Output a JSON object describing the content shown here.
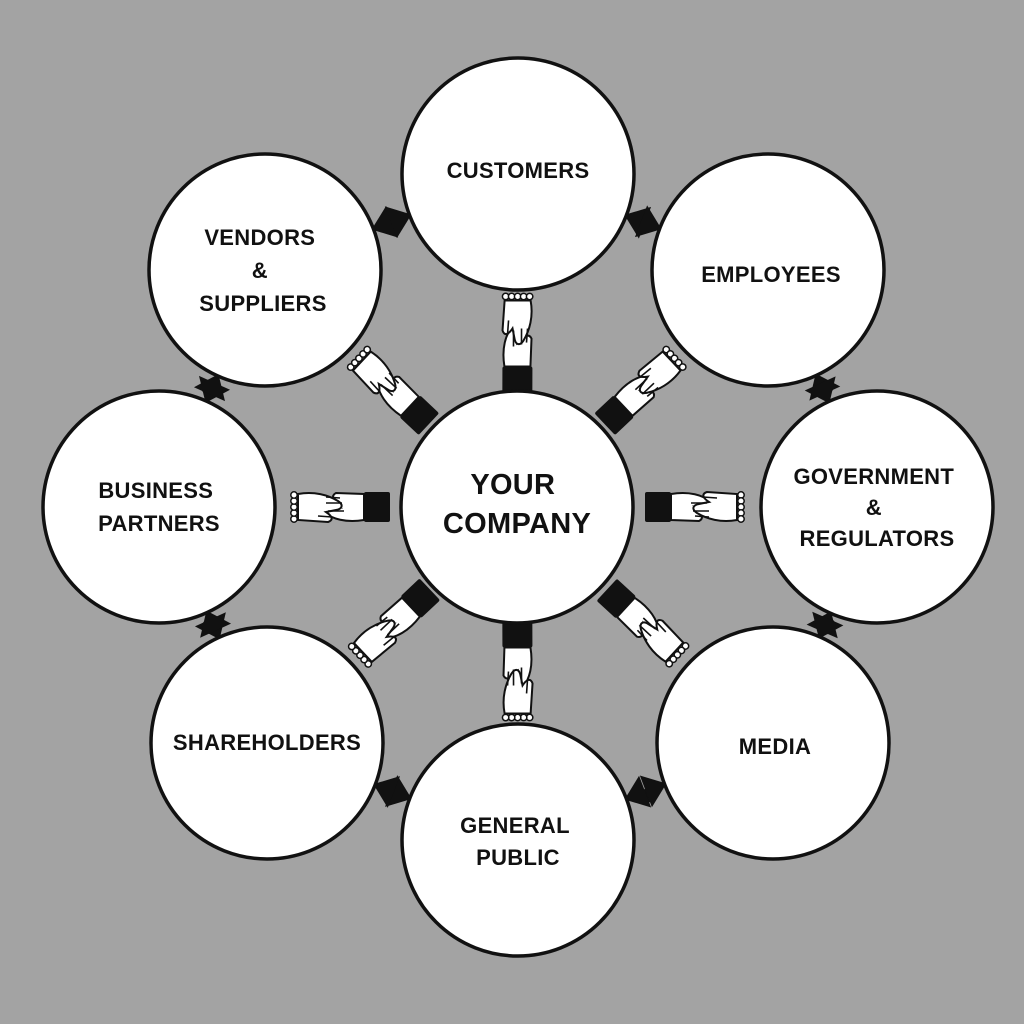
{
  "center": {
    "lines": [
      "YOUR",
      "COMPANY"
    ]
  },
  "stakeholders": [
    {
      "key": "customers",
      "lines": [
        "CUSTOMERS"
      ]
    },
    {
      "key": "employees",
      "lines": [
        "EMPLOYEES"
      ]
    },
    {
      "key": "government",
      "lines": [
        "GOVERNMENT",
        "&",
        "REGULATORS"
      ]
    },
    {
      "key": "media",
      "lines": [
        "MEDIA"
      ]
    },
    {
      "key": "general-public",
      "lines": [
        "GENERAL",
        "PUBLIC"
      ]
    },
    {
      "key": "shareholders",
      "lines": [
        "SHAREHOLDERS"
      ]
    },
    {
      "key": "business-partners",
      "lines": [
        "BUSINESS",
        "PARTNERS"
      ]
    },
    {
      "key": "vendors-suppliers",
      "lines": [
        "VENDORS",
        "&",
        "SUPPLIERS"
      ]
    }
  ],
  "colors": {
    "background": "#a3a3a3",
    "circle_fill": "#ffffff",
    "ink": "#111111"
  },
  "icons": {
    "link": "handshake-icon",
    "ring_connector": "double-arrow-icon"
  }
}
